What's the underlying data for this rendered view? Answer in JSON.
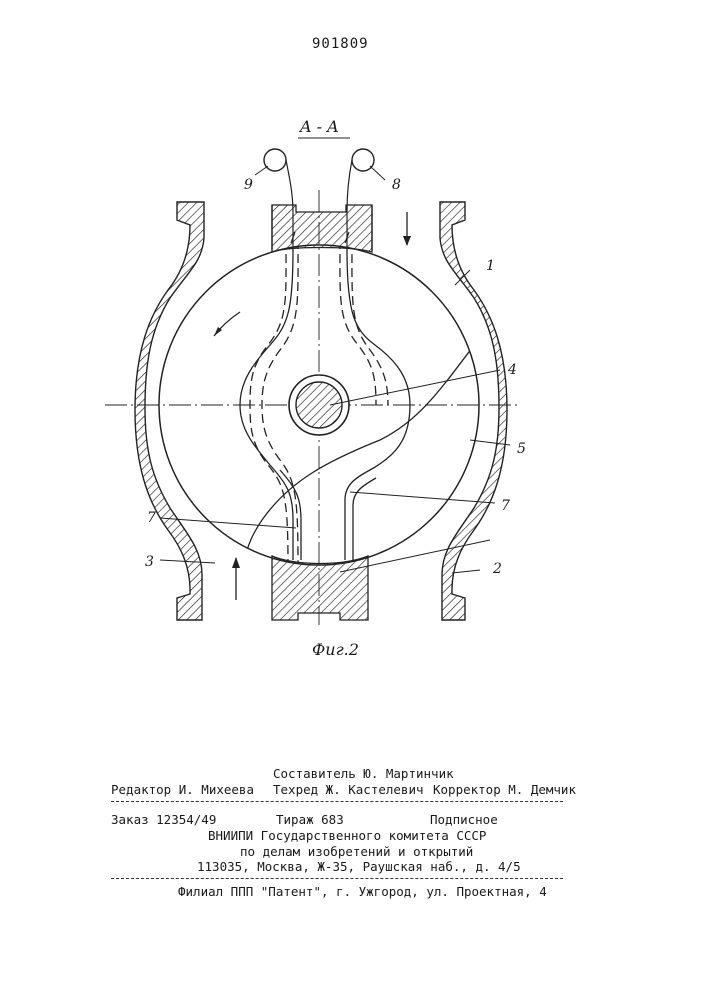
{
  "document": {
    "number": "901809"
  },
  "figure": {
    "section_label": "A - A",
    "caption": "Фиг.2",
    "labels": {
      "l1": "1",
      "l2": "2",
      "l3": "3",
      "l4": "4",
      "l5": "5",
      "l7a": "7",
      "l7b": "7",
      "l8": "8",
      "l9": "9"
    }
  },
  "colophon": {
    "compiler": "Составитель Ю. Мартинчик",
    "editor": "Редактор И. Михеева",
    "techred": "Техред Ж. Кастелевич",
    "corrector": "Корректор М. Демчик",
    "order": "Заказ 12354/49",
    "circulation": "Тираж 683",
    "subscription": "Подписное",
    "org_line1": "ВНИИПИ Государственного комитета СССР",
    "org_line2": "по делам изобретений и открытий",
    "org_address": "113035, Москва, Ж-35, Раушская наб., д. 4/5",
    "branch": "Филиал ППП \"Патент\", г. Ужгород, ул. Проектная, 4"
  }
}
